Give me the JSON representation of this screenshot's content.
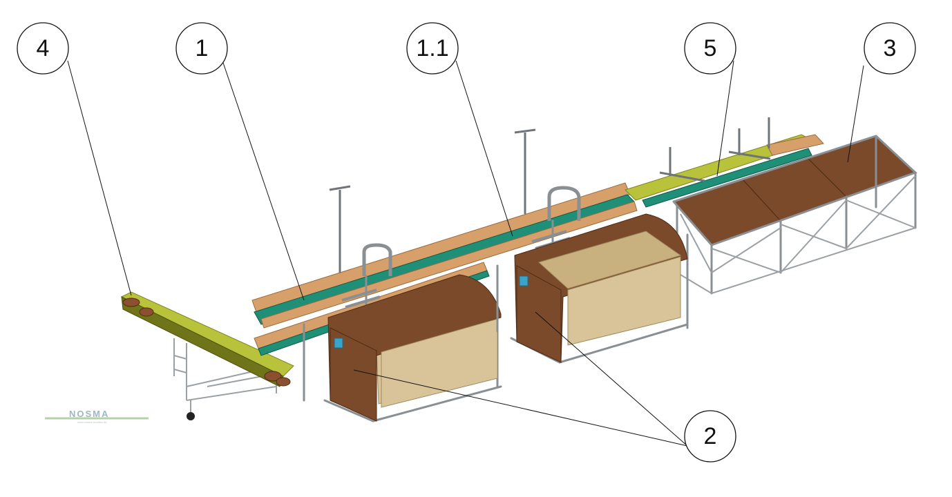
{
  "callouts": [
    {
      "id": "4",
      "label": "4"
    },
    {
      "id": "1",
      "label": "1"
    },
    {
      "id": "1.1",
      "label": "1.1"
    },
    {
      "id": "5",
      "label": "5"
    },
    {
      "id": "3",
      "label": "3"
    },
    {
      "id": "2",
      "label": "2"
    }
  ],
  "watermark": {
    "brand": "NOSMA",
    "tagline": "www.nosma-moellen.de"
  },
  "colors": {
    "belt_green": "#1f8f78",
    "belt_yellow": "#b8c23a",
    "wood_dark": "#7a4a2a",
    "wood_light": "#d7a06a",
    "frame_grey": "#8a8f93",
    "bin_inner": "#d9c49a",
    "sensor_blue": "#3aa3c8"
  }
}
